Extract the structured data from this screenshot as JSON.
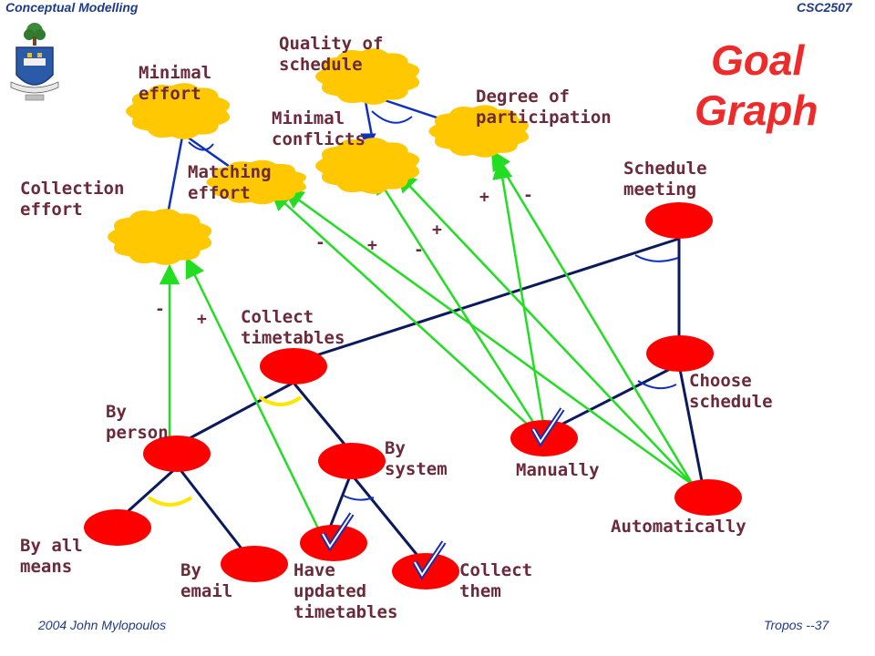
{
  "header": {
    "left": "Conceptual Modelling",
    "right": "CSC2507"
  },
  "footer": {
    "left": "2004 John Mylopoulos",
    "right": "Tropos --37"
  },
  "title": {
    "line1": "Goal",
    "line2": "Graph"
  },
  "colors": {
    "softgoal": "#ffc800",
    "goal": "#ff0000",
    "decomposition": "#0a1a5c",
    "and_arc": "#1030c0",
    "or_arc": "#ffe600",
    "contribution": "#22dd22",
    "check": "#1a2fb0",
    "label": "#6b2a3a",
    "title": "#ef2a2a",
    "header": "#1e3a8a"
  },
  "softgoals": [
    {
      "id": "minimal-effort",
      "lines": [
        "Minimal",
        "effort"
      ]
    },
    {
      "id": "quality-of-schedule",
      "lines": [
        "Quality of",
        "schedule"
      ]
    },
    {
      "id": "degree-of-participation",
      "lines": [
        "Degree of",
        "participation"
      ]
    },
    {
      "id": "minimal-conflicts",
      "lines": [
        "Minimal",
        "conflicts"
      ]
    },
    {
      "id": "matching-effort",
      "lines": [
        "Matching",
        "effort"
      ]
    },
    {
      "id": "collection-effort",
      "lines": [
        "Collection",
        "effort"
      ]
    }
  ],
  "goals": [
    {
      "id": "schedule-meeting",
      "lines": [
        "Schedule",
        "meeting"
      ],
      "checked": false
    },
    {
      "id": "choose-schedule",
      "lines": [
        "Choose",
        "schedule"
      ],
      "checked": false
    },
    {
      "id": "collect-timetables",
      "lines": [
        "Collect",
        "timetables"
      ],
      "checked": false
    },
    {
      "id": "by-person",
      "lines": [
        "By",
        "person"
      ],
      "checked": false
    },
    {
      "id": "by-system",
      "lines": [
        "By",
        "system"
      ],
      "checked": false
    },
    {
      "id": "manually",
      "lines": [
        "Manually"
      ],
      "checked": true
    },
    {
      "id": "automatically",
      "lines": [
        "Automatically"
      ],
      "checked": false
    },
    {
      "id": "by-all-means",
      "lines": [
        "By all",
        "means"
      ],
      "checked": false
    },
    {
      "id": "by-email",
      "lines": [
        "By",
        "email"
      ],
      "checked": false
    },
    {
      "id": "have-updated-timetables",
      "lines": [
        "Have",
        "updated",
        "timetables"
      ],
      "checked": true
    },
    {
      "id": "collect-them",
      "lines": [
        "Collect",
        "them"
      ],
      "checked": true
    }
  ],
  "contribution_signs": [
    "-",
    "+",
    "-",
    "+",
    "-",
    "+",
    "+",
    "-"
  ]
}
